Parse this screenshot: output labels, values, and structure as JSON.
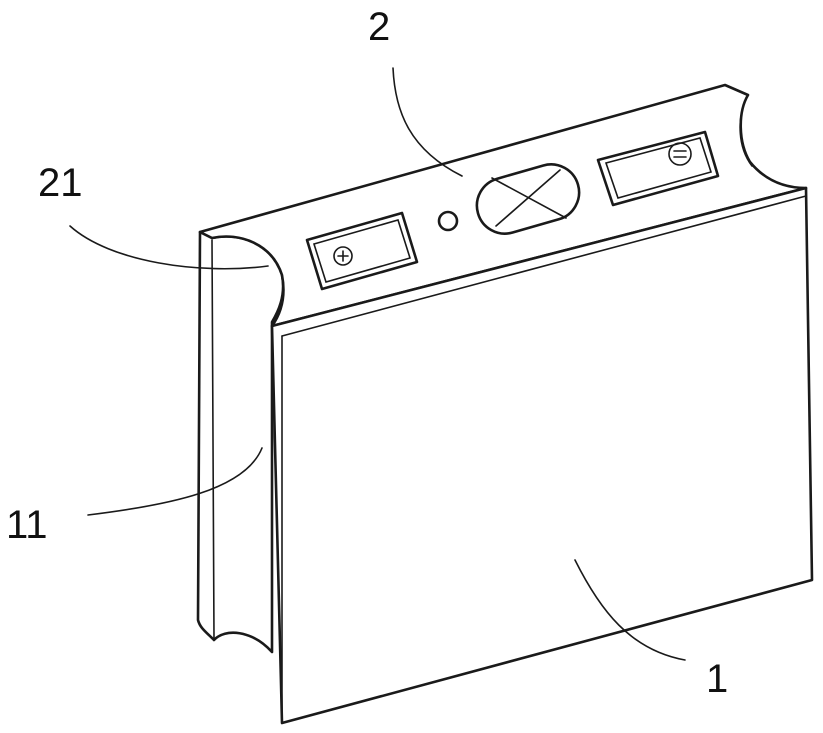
{
  "labels": {
    "top_cover": "2",
    "top_notch": "21",
    "side_groove": "11",
    "housing": "1"
  }
}
